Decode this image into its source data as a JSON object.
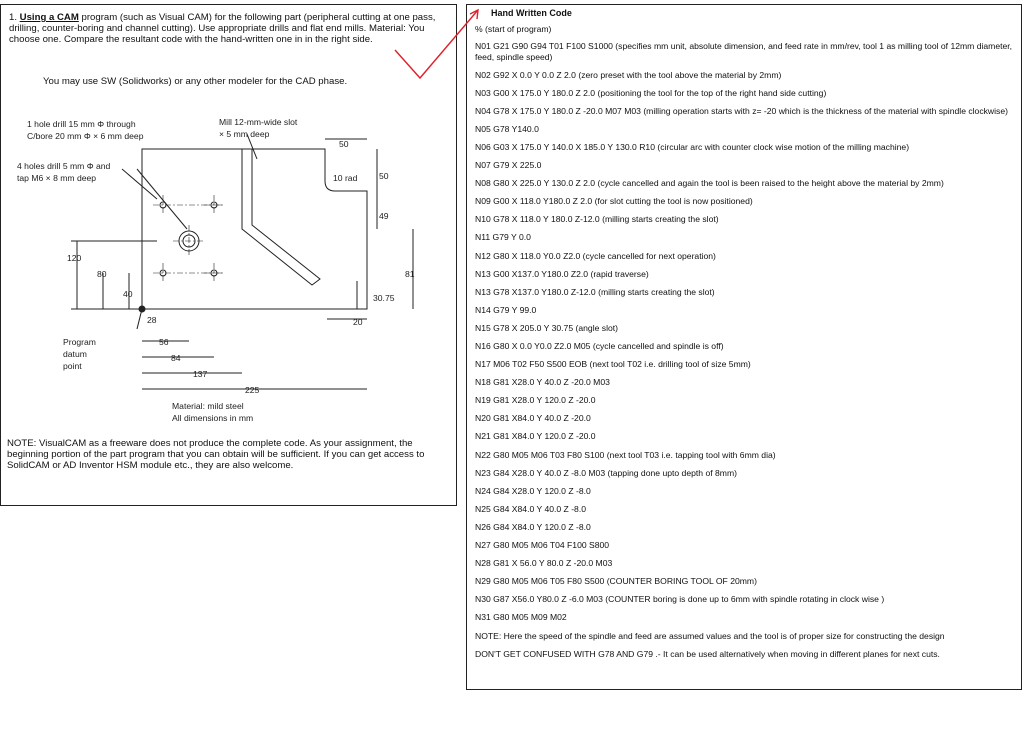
{
  "task": {
    "prefix": "1. ",
    "title": "Using a CAM",
    "text": " program (such as Visual CAM) for the following part (peripheral cutting at one pass, drilling, counter-boring and channel cutting). Use appropriate drills and flat end mills. Material: You choose one. Compare the resultant code with the hand-written one in in the right side.",
    "sw_note": "You may use SW (Solidworks) or any other modeler for the CAD phase."
  },
  "drawing": {
    "hole_drill_1": "1 hole drill 15 mm Φ through",
    "hole_drill_2": "C/bore 20 mm Φ × 6 mm deep",
    "mill_1": "Mill 12-mm-wide slot",
    "mill_2": "× 5 mm deep",
    "holes_1": "4 holes drill 5 mm Φ and",
    "holes_2": "tap M6 × 8 mm deep",
    "d50": "50",
    "d10rad": "10 rad",
    "d50v": "50",
    "d49": "49",
    "d120": "120",
    "d80": "80",
    "d40": "40",
    "d81": "81",
    "d30_75": "30.75",
    "d20": "20",
    "d28": "28",
    "d56": "56",
    "d84": "84",
    "d137": "137",
    "d225": "225",
    "datum_1": "Program",
    "datum_2": "datum",
    "datum_3": "point",
    "material": "Material: mild steel",
    "dims": "All dimensions in mm"
  },
  "note": "NOTE: VisualCAM as a freeware does not produce the complete code. As your assignment, the beginning portion of the part program that you can obtain will be sufficient. If you can get access to SolidCAM or AD Inventor HSM module etc., they are also welcome.",
  "code": {
    "title": "Hand Written Code",
    "start": "% (start of program)",
    "lines": [
      "N01 G21 G90 G94 T01 F100 S1000 (specifies mm unit, absolute dimension, and feed rate in mm/rev, tool 1 as milling tool of 12mm diameter, feed, spindle speed)",
      "N02 G92 X 0.0 Y 0.0 Z 2.0 (zero preset with the tool above the material by 2mm)",
      "N03 G00 X 175.0 Y 180.0 Z 2.0 (positioning the tool for the top of the right hand side cutting)",
      "N04 G78 X 175.0 Y 180.0 Z -20.0 M07 M03 (milling operation starts with z= -20 which is the thickness of the material with spindle clockwise)",
      "N05 G78 Y140.0",
      "N06 G03 X 175.0 Y 140.0 X 185.0 Y 130.0 R10 (circular arc with counter clock wise motion of the milling machine)",
      "N07 G79 X 225.0",
      "N08 G80 X 225.0 Y 130.0 Z 2.0 (cycle cancelled and again the tool is been raised to the height above the material by 2mm)",
      "N09 G00 X 118.0 Y180.0 Z 2.0 (for slot cutting the tool is now positioned)",
      "N10 G78 X 118.0 Y 180.0 Z-12.0 (milling starts creating the slot)",
      "N11 G79 Y 0.0",
      "N12 G80 X 118.0 Y0.0 Z2.0 (cycle cancelled for next operation)",
      "N13 G00 X137.0 Y180.0 Z2.0 (rapid traverse)",
      "N13 G78 X137.0 Y180.0 Z-12.0 (milling starts creating the slot)",
      "N14 G79 Y 99.0",
      "N15 G78 X 205.0 Y 30.75 (angle slot)",
      "N16 G80 X 0.0 Y0.0 Z2.0 M05 (cycle cancelled and spindle is off)",
      "N17 M06 T02 F50 S500 EOB (next tool T02 i.e. drilling tool of size 5mm)",
      "N18 G81 X28.0 Y 40.0 Z -20.0 M03",
      "N19 G81 X28.0 Y 120.0 Z -20.0",
      "N20 G81 X84.0 Y 40.0 Z -20.0",
      "N21 G81 X84.0 Y 120.0 Z -20.0",
      "N22 G80 M05 M06 T03 F80 S100 (next tool T03 i.e. tapping tool with 6mm dia)",
      "N23 G84 X28.0 Y 40.0 Z -8.0 M03 (tapping done upto depth of 8mm)",
      "N24 G84 X28.0 Y 120.0 Z -8.0",
      "N25 G84 X84.0 Y 40.0 Z -8.0",
      "N26 G84 X84.0 Y 120.0 Z -8.0",
      "N27 G80 M05 M06 T04 F100 S800",
      "N28 G81 X 56.0 Y 80.0 Z -20.0 M03",
      "N29 G80 M05 M06 T05 F80 S500 (COUNTER BORING TOOL OF 20mm)",
      "N30 G87 X56.0 Y80.0 Z -6.0 M03 (COUNTER boring is done up to 6mm with spindle rotating in clock wise )",
      "N31 G80 M05 M09 M02",
      "NOTE: Here the speed of the spindle and feed are assumed values and the tool is of proper size for constructing the design",
      "DON'T GET CONFUSED WITH G78 AND G79 .- It can be used alternatively when moving in different planes for next cuts."
    ]
  },
  "colors": {
    "arrow": "#e0202a"
  }
}
